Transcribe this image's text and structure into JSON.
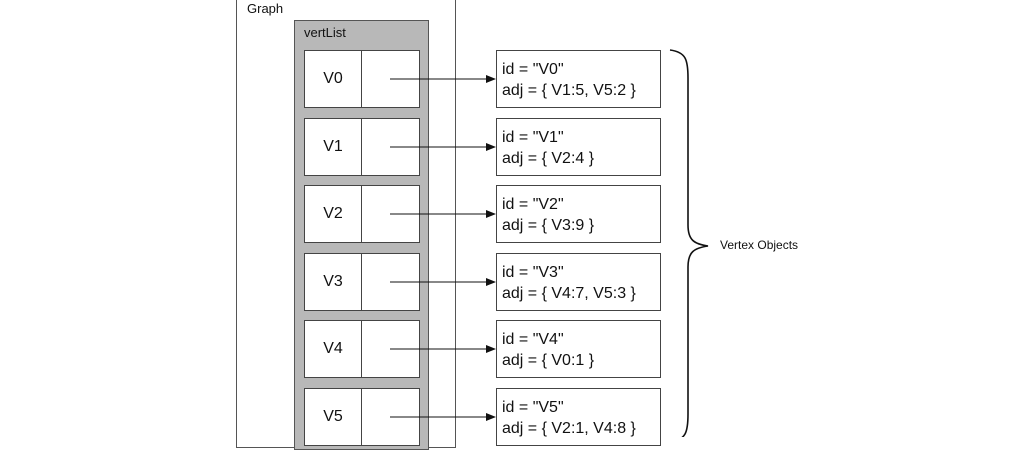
{
  "graph_label": "Graph",
  "vertlist_label": "vertList",
  "vertices": [
    {
      "key": "V0",
      "id_text": "id = \"V0\"",
      "adj_text": "adj = { V1:5, V5:2 }"
    },
    {
      "key": "V1",
      "id_text": "id = \"V1\"",
      "adj_text": "adj = { V2:4 }"
    },
    {
      "key": "V2",
      "id_text": "id = \"V2\"",
      "adj_text": "adj = { V3:9 }"
    },
    {
      "key": "V3",
      "id_text": "id = \"V3\"",
      "adj_text": "adj = { V4:7, V5:3 }"
    },
    {
      "key": "V4",
      "id_text": "id = \"V4\"",
      "adj_text": "adj = { V0:1 }"
    },
    {
      "key": "V5",
      "id_text": "id = \"V5\"",
      "adj_text": "adj = { V2:1, V4:8 }"
    }
  ],
  "brace_label": "Vertex Objects"
}
